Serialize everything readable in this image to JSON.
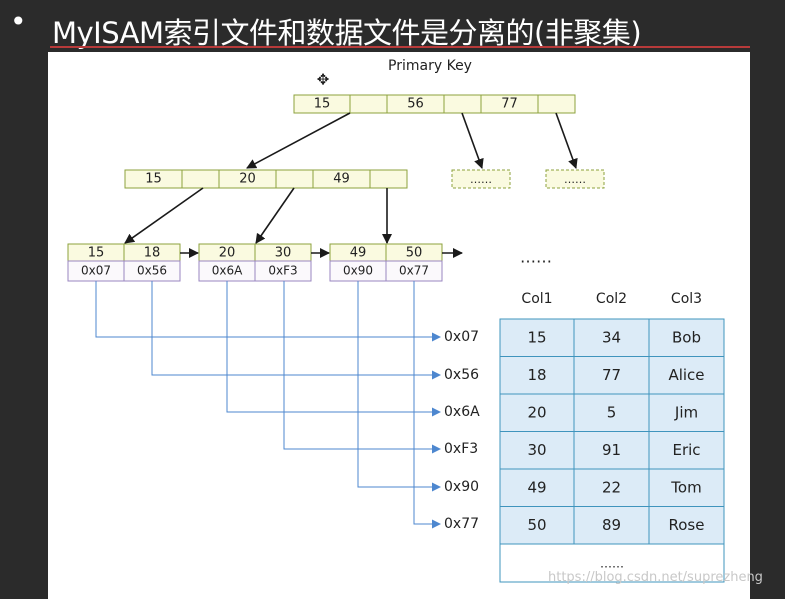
{
  "title": {
    "bullet": "•",
    "text": "MyISAM索引文件和数据文件是分离的(非聚集)"
  },
  "diagram": {
    "caption": "Primary Key",
    "root_node": [
      "15",
      "56",
      "77"
    ],
    "internal_node": [
      "15",
      "20",
      "49"
    ],
    "placeholder_nodes": [
      "……",
      "……"
    ],
    "leaf_nodes": [
      {
        "keys": [
          "15",
          "18"
        ],
        "addrs": [
          "0x07",
          "0x56"
        ]
      },
      {
        "keys": [
          "20",
          "30"
        ],
        "addrs": [
          "0x6A",
          "0xF3"
        ]
      },
      {
        "keys": [
          "49",
          "50"
        ],
        "addrs": [
          "0x90",
          "0x77"
        ]
      }
    ],
    "leaf_ellipsis": "……",
    "pointer_labels": [
      "0x07",
      "0x56",
      "0x6A",
      "0xF3",
      "0x90",
      "0x77"
    ],
    "table": {
      "headers": [
        "Col1",
        "Col2",
        "Col3"
      ],
      "rows": [
        [
          "15",
          "34",
          "Bob"
        ],
        [
          "18",
          "77",
          "Alice"
        ],
        [
          "20",
          "5",
          "Jim"
        ],
        [
          "30",
          "91",
          "Eric"
        ],
        [
          "49",
          "22",
          "Tom"
        ],
        [
          "50",
          "89",
          "Rose"
        ]
      ],
      "footer": "……"
    }
  },
  "watermark": "https://blog.csdn.net/suprezheng",
  "colors": {
    "node_fill": "#fafae0",
    "node_border": "#8ca23c",
    "addr_border": "#9a86c0",
    "pointer_line": "#4d87cf",
    "table_fill": "#dcebf7",
    "table_border": "#3f94bd"
  }
}
